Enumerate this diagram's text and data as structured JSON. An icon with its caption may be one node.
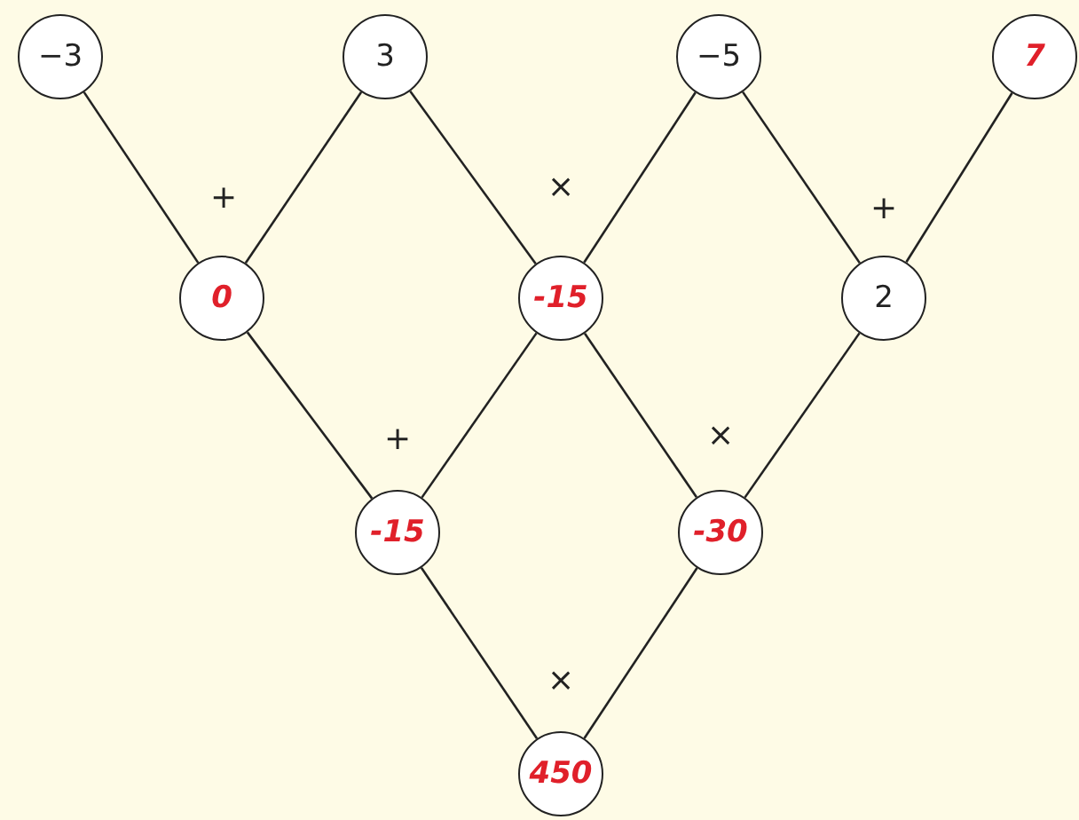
{
  "diagram": {
    "nodes": [
      {
        "text": [
          "−3"
        ]
      },
      {
        "text": [
          "3"
        ]
      },
      {
        "text": [
          "−5"
        ]
      },
      {
        "text": [
          "7"
        ]
      },
      {
        "text": [
          "0"
        ]
      },
      {
        "text": [
          "-15"
        ]
      },
      {
        "text": [
          "2"
        ]
      },
      {
        "text": [
          "-15"
        ]
      },
      {
        "text": [
          "-30"
        ]
      },
      {
        "text": [
          "450"
        ]
      }
    ],
    "edges": [
      {
        "from": 0,
        "to": 4,
        "arrow": "none"
      },
      {
        "from": 1,
        "to": 4,
        "arrow": "none"
      },
      {
        "from": 1,
        "to": 5,
        "arrow": "none"
      },
      {
        "from": 2,
        "to": 5,
        "arrow": "none"
      },
      {
        "from": 2,
        "to": 6,
        "arrow": "none"
      },
      {
        "from": 3,
        "to": 6,
        "arrow": "none"
      },
      {
        "from": 4,
        "to": 7,
        "arrow": "none"
      },
      {
        "from": 5,
        "to": 7,
        "arrow": "none"
      },
      {
        "from": 5,
        "to": 8,
        "arrow": "none"
      },
      {
        "from": 6,
        "to": 8,
        "arrow": "none"
      },
      {
        "from": 7,
        "to": 9,
        "arrow": "none"
      },
      {
        "from": 8,
        "to": 9,
        "arrow": "none"
      }
    ],
    "labels": [
      "+",
      "×",
      "+",
      "+",
      "×",
      "×"
    ]
  }
}
